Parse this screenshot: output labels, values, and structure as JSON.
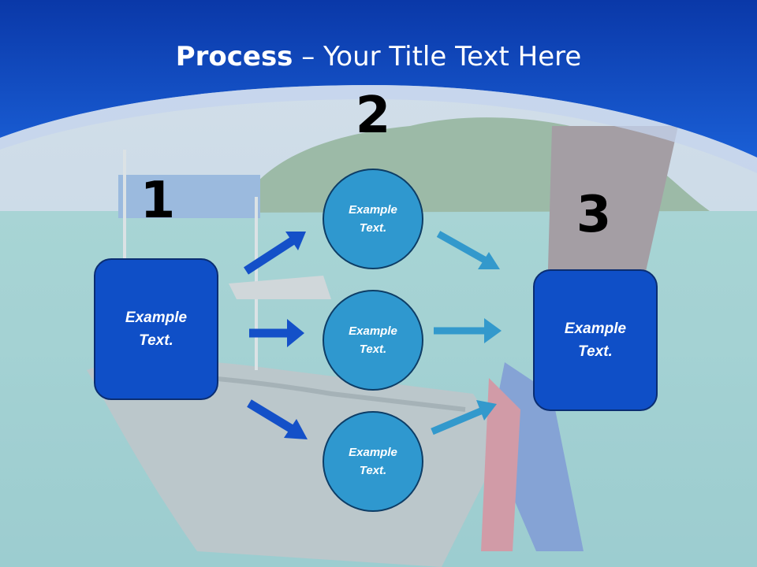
{
  "slide": {
    "title_bold": "Process",
    "title_rest": " – Your Title Text Here"
  },
  "steps": {
    "one": "1",
    "two": "2",
    "three": "3"
  },
  "nodes": {
    "left_box": "Example Text.",
    "circle_top": "Example Text.",
    "circle_middle": "Example Text.",
    "circle_bottom": "Example Text.",
    "right_box": "Example Text."
  },
  "colors": {
    "header_blue": "#0c3fb8",
    "box_blue": "#0f4fc7",
    "circle_blue": "#2f98cf",
    "arrow_dark": "#1450c8",
    "arrow_light": "#3399cc"
  }
}
